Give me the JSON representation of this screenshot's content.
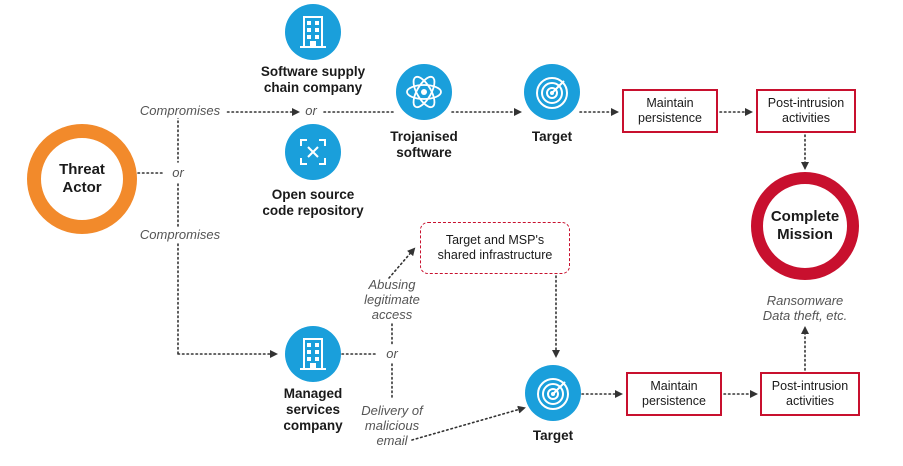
{
  "colors": {
    "threat_actor_ring": "#f28a2b",
    "mission_ring": "#c8102e",
    "icon_blue": "#1a9fdb",
    "box_border": "#c8102e",
    "connector": "#333333"
  },
  "nodes": {
    "threat_actor": "Threat\nActor",
    "software_supply_chain": "Software supply\nchain company",
    "open_source_repo": "Open source\ncode repository",
    "trojanised_software": "Trojanised\nsoftware",
    "target_top": "Target",
    "maintain_persistence_top": "Maintain\npersistence",
    "post_intrusion_top": "Post-intrusion\nactivities",
    "complete_mission": "Complete\nMission",
    "mission_outcomes": "Ransomware\nData theft, etc.",
    "shared_infrastructure": "Target and MSP's\nshared infrastructure",
    "managed_services": "Managed\nservices\ncompany",
    "target_bottom": "Target",
    "maintain_persistence_bottom": "Maintain\npersistence",
    "post_intrusion_bottom": "Post-intrusion\nactivities"
  },
  "edge_labels": {
    "compromises_top": "Compromises",
    "or_top": "or",
    "or_middle": "or",
    "compromises_bottom": "Compromises",
    "abusing_access": "Abusing\nlegitimate\naccess",
    "or_bottom": "or",
    "delivery_email": "Delivery of\nmalicious\nemail"
  },
  "icons": {
    "software_supply_chain": "building-icon",
    "open_source_repo": "code-bracket-icon",
    "trojanised_software": "atom-icon",
    "target_top": "radar-icon",
    "managed_services": "building-icon",
    "target_bottom": "radar-icon"
  }
}
